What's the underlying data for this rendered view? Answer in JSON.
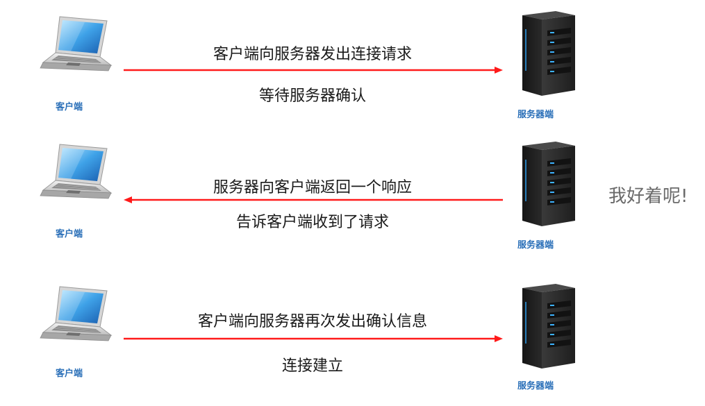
{
  "colors": {
    "arrow": "#ff1a1a",
    "device_label": "#2a6fb8",
    "text": "#1a1a1a",
    "note": "#6a6a6a"
  },
  "icons": {
    "client": "laptop-icon",
    "server": "server-tower-icon"
  },
  "steps": [
    {
      "top_text": "客户端向服务器发出连接请求",
      "bottom_text": "等待服务器确认",
      "direction": "client-to-server",
      "client_label": "客户端",
      "server_label": "服务器端"
    },
    {
      "top_text": "服务器向客户端返回一个响应",
      "bottom_text": "告诉客户端收到了请求",
      "direction": "server-to-client",
      "client_label": "客户端",
      "server_label": "服务器端",
      "note": "我好着呢!"
    },
    {
      "top_text": "客户端向服务器再次发出确认信息",
      "bottom_text": "连接建立",
      "direction": "client-to-server",
      "client_label": "客户端",
      "server_label": "服务器端"
    }
  ]
}
